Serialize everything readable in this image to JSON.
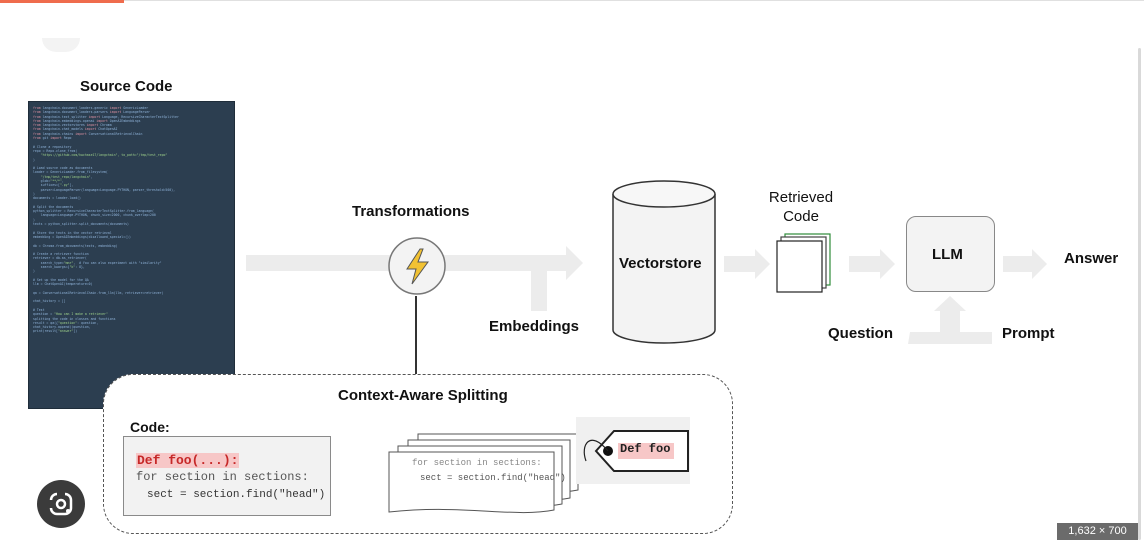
{
  "diagram": {
    "source_code_label": "Source Code",
    "transformations_label": "Transformations",
    "embeddings_label": "Embeddings",
    "vectorstore_label": "Vectorstore",
    "retrieved_code_line1": "Retrieved",
    "retrieved_code_line2": "Code",
    "llm_label": "LLM",
    "answer_label": "Answer",
    "question_label": "Question",
    "prompt_label": "Prompt",
    "context_title": "Context-Aware Splitting",
    "code_label": "Code:",
    "code_lines": [
      "Def foo(...):",
      "for section in sections:",
      "sect = section.find(\"head\")"
    ],
    "split_lines": [
      "for section in sections:",
      "sect = section.find(\"head\")"
    ],
    "tag_text": "Def foo"
  },
  "image_size_badge": "1,632 × 700",
  "colors": {
    "highlight": "#f7c7c7",
    "code_bg": "#2c3e50",
    "arrow": "#ececec",
    "accent": "#ef6c4d"
  }
}
